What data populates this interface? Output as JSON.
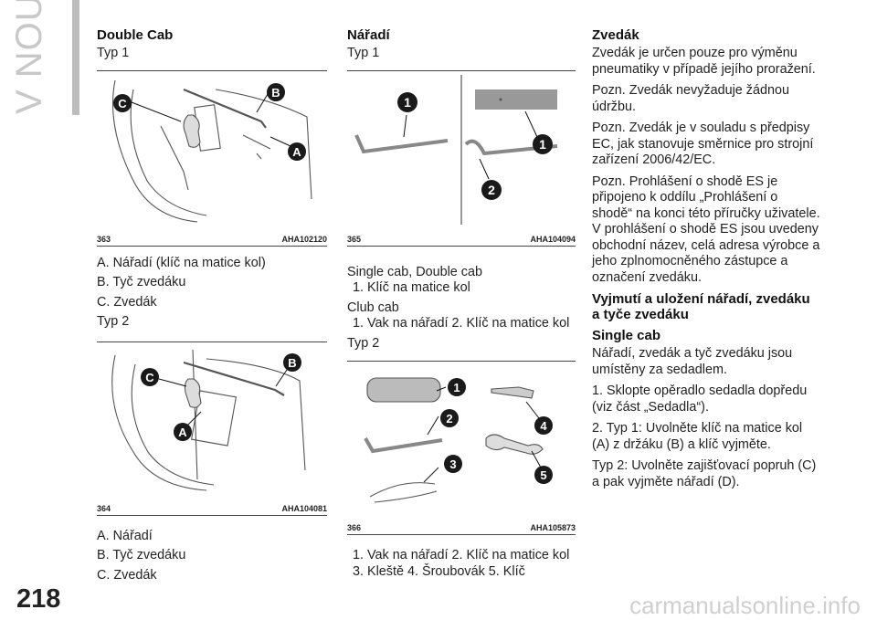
{
  "side_tab": "V NOUZI",
  "page_number": "218",
  "watermark": "carmanualsonline.info",
  "col1": {
    "heading": "Double Cab",
    "typ1": "Typ 1",
    "fig1": {
      "num": "363",
      "code": "AHA102120",
      "label_c": "C",
      "label_b": "B",
      "label_a": "A"
    },
    "fig1_caption": [
      "A. Nářadí (klíč na matice kol)",
      "B. Tyč zvedáku",
      "C. Zvedák"
    ],
    "typ2": "Typ 2",
    "fig2": {
      "num": "364",
      "code": "AHA104081",
      "label_c": "C",
      "label_b": "B",
      "label_a": "A"
    },
    "fig2_caption": [
      "A. Nářadí",
      "B. Tyč zvedáku",
      "C. Zvedák"
    ]
  },
  "col2": {
    "heading": "Nářadí",
    "typ1": "Typ 1",
    "fig1": {
      "num": "365",
      "code": "AHA104094",
      "l1": "1",
      "l1b": "1",
      "l2": "2"
    },
    "cap_a": "Single cab, Double cab",
    "cap_a_item": "1. Klíč na matice kol",
    "cap_b": "Club cab",
    "cap_b_item": "1. Vak na nářadí  2. Klíč na matice kol",
    "typ2": "Typ 2",
    "fig2": {
      "num": "366",
      "code": "AHA105873",
      "l1": "1",
      "l2": "2",
      "l3": "3",
      "l4": "4",
      "l5": "5"
    },
    "cap_c1": "1. Vak na nářadí  2. Klíč na matice kol",
    "cap_c2": "3. Kleště  4. Šroubovák  5. Klíč"
  },
  "col3": {
    "heading": "Zvedák",
    "p1": "Zvedák je určen pouze pro výměnu pneumatiky v případě jejího proražení.",
    "p2": "Pozn. Zvedák nevyžaduje žádnou údržbu.",
    "p3": "Pozn. Zvedák je v souladu s předpisy EC, jak stanovuje směrnice pro strojní zařízení 2006/42/EC.",
    "p4": "Pozn. Prohlášení o shodě ES je připojeno k oddílu „Prohlášení o shodě“ na konci této příručky uživatele. V prohlášení o shodě ES jsou uvedeny obchodní název, celá adresa výrobce a jeho zplnomocněného zástupce a označení zvedáku.",
    "heading2": "Vyjmutí a uložení nářadí, zvedáku a tyče zvedáku",
    "heading3": "Single cab",
    "p5": "Nářadí, zvedák a tyč zvedáku jsou umístěny za sedadlem.",
    "p6": "1. Sklopte opěradlo sedadla dopředu (viz část „Sedadla“).",
    "p7": "2. Typ 1: Uvolněte klíč na matice kol (A) z držáku (B) a klíč vyjměte.",
    "p8": "Typ 2: Uvolněte zajišťovací popruh (C) a pak vyjměte nářadí (D)."
  }
}
